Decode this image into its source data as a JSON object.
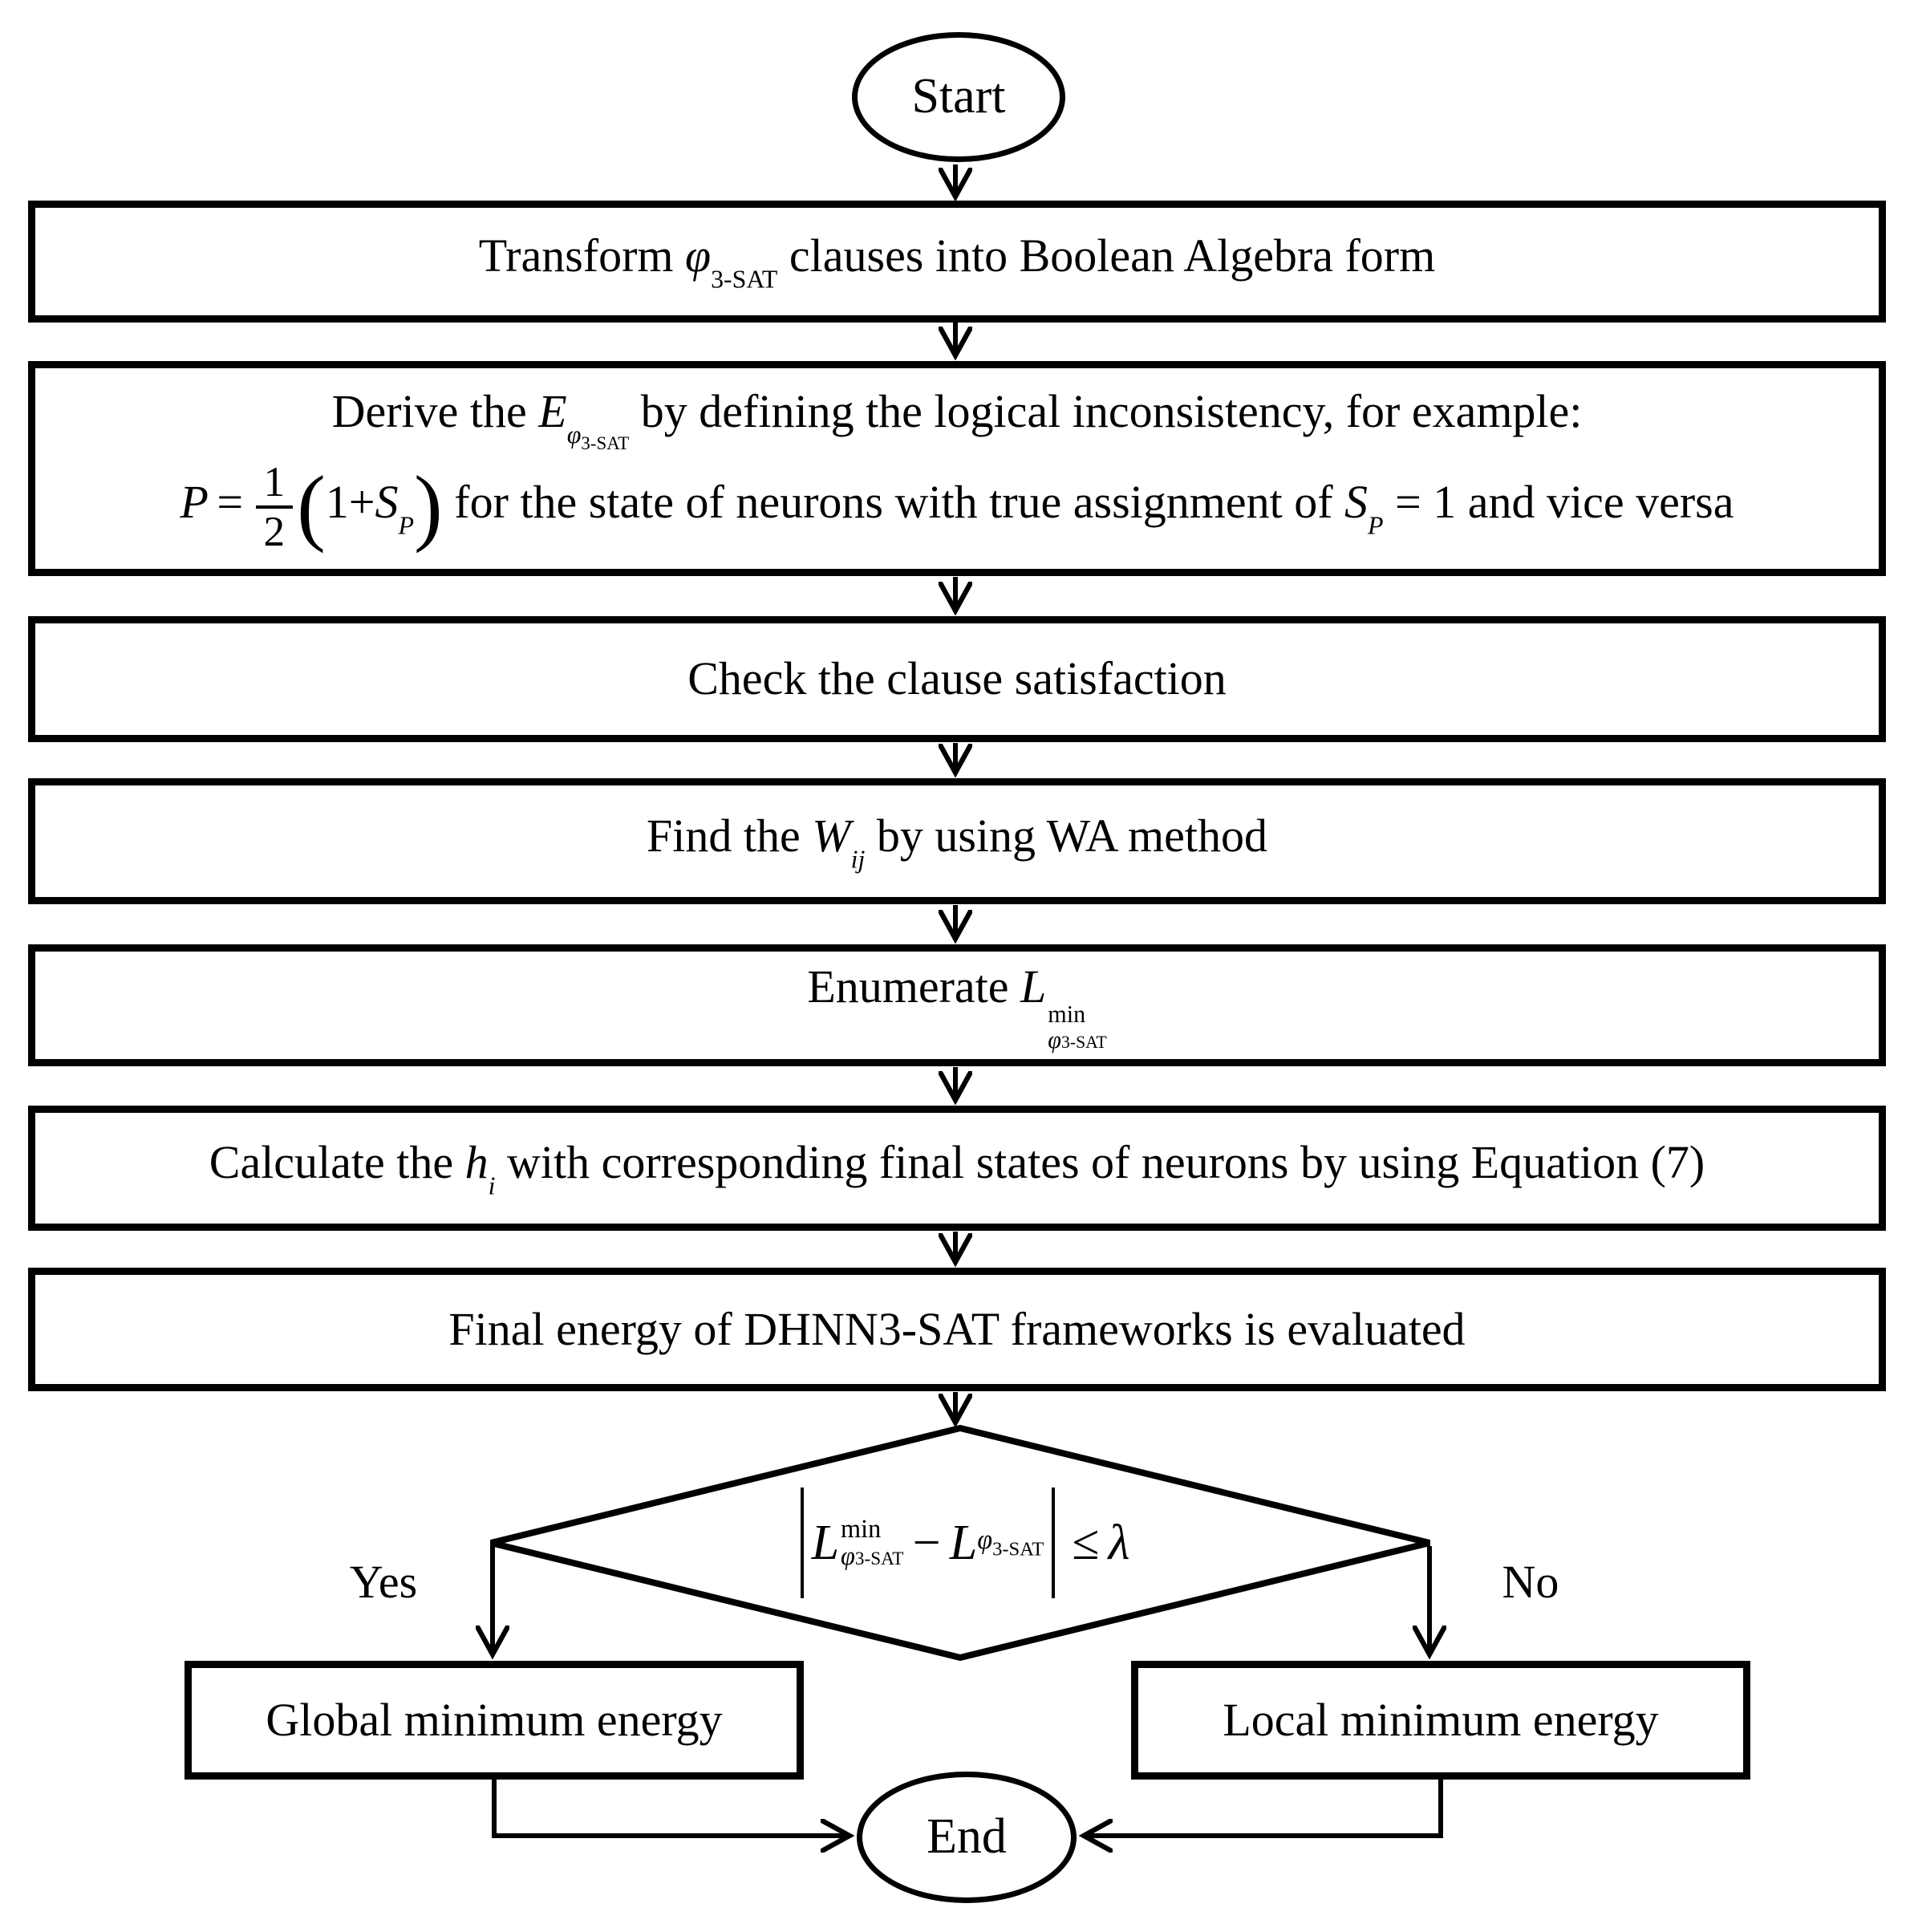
{
  "colors": {
    "ink": "#000000",
    "background": "#ffffff"
  },
  "terminals": {
    "start": "Start",
    "end": "End"
  },
  "branch_labels": {
    "yes": "Yes",
    "no": "No"
  },
  "outcomes": {
    "global": "Global minimum energy",
    "local": "Local minimum energy"
  },
  "steps": {
    "transform": {
      "prefix": "Transform ",
      "phi": "φ",
      "phi_sub": "3-SAT",
      "suffix": "  clauses into Boolean Algebra form"
    },
    "derive": {
      "line1_prefix": "Derive the  ",
      "E": "E",
      "phi": "φ",
      "phi_sub": "3-SAT",
      "line1_suffix": "  by defining the logical inconsistency, for example:",
      "P": "P",
      "eq": "=",
      "num": "1",
      "den": "2",
      "lparen": "(",
      "one_plus": "1+",
      "S": "S",
      "S_sub": "P",
      "rparen": ")",
      "line2_mid": "  for the state of neurons with true assignment of  ",
      "S2": "S",
      "S2_sub": "P",
      "eq_one": " = 1 ",
      "line2_suffix": " and vice versa"
    },
    "check": {
      "text": "Check the clause satisfaction"
    },
    "find": {
      "prefix": "Find the ",
      "W": "W",
      "W_sub": "ij",
      "suffix": " by using WA method"
    },
    "enumerate": {
      "prefix": "Enumerate ",
      "L": "L",
      "L_sup": "min",
      "phi": "φ",
      "phi_sub": "3-SAT"
    },
    "calculate": {
      "prefix": "Calculate the ",
      "h": "h",
      "h_sub": "i",
      "suffix": "  with corresponding final states of neurons by using Equation (7)"
    },
    "final_energy": {
      "text": "Final energy of DHNN3-SAT frameworks is evaluated"
    }
  },
  "decision": {
    "L1": "L",
    "L1_sup": "min",
    "phi1": "φ",
    "phi1_sub": "3-SAT",
    "minus": "−",
    "L2": "L",
    "phi2": "φ",
    "phi2_sub": "3-SAT",
    "leq": "≤",
    "lambda": "λ"
  }
}
